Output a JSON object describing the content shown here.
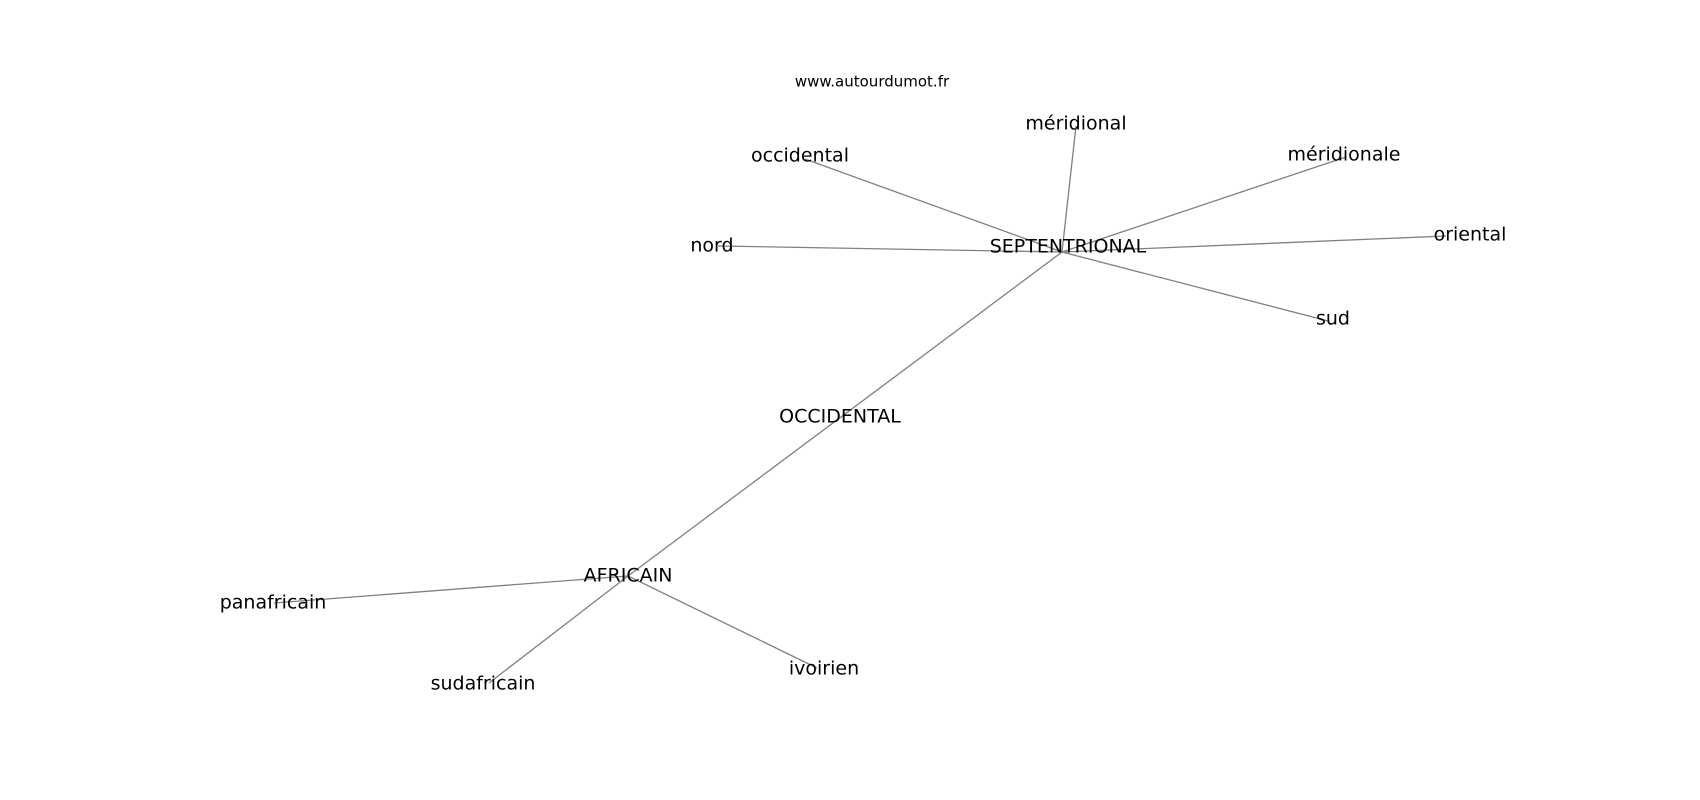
{
  "watermark": "www.autourdumot.fr",
  "colors": {
    "edge": "#808080",
    "text": "#000000",
    "background": "#ffffff"
  },
  "graph": {
    "nodes": [
      {
        "id": "septentrional",
        "label": "SEPTENTRIONAL"
      },
      {
        "id": "occidental_hub",
        "label": "OCCIDENTAL"
      },
      {
        "id": "africain",
        "label": "AFRICAIN"
      },
      {
        "id": "meridional",
        "label": "méridional"
      },
      {
        "id": "occidental",
        "label": "occidental"
      },
      {
        "id": "meridionale",
        "label": "méridionale"
      },
      {
        "id": "nord",
        "label": "nord"
      },
      {
        "id": "oriental",
        "label": "oriental"
      },
      {
        "id": "sud",
        "label": "sud"
      },
      {
        "id": "panafricain",
        "label": "panafricain"
      },
      {
        "id": "sudafricain",
        "label": "sudafricain"
      },
      {
        "id": "ivoirien",
        "label": "ivoirien"
      }
    ],
    "edges": [
      {
        "from": "septentrional",
        "to": "meridional"
      },
      {
        "from": "septentrional",
        "to": "occidental"
      },
      {
        "from": "septentrional",
        "to": "meridionale"
      },
      {
        "from": "septentrional",
        "to": "nord"
      },
      {
        "from": "septentrional",
        "to": "oriental"
      },
      {
        "from": "septentrional",
        "to": "sud"
      },
      {
        "from": "septentrional",
        "to": "africain"
      },
      {
        "from": "africain",
        "to": "panafricain"
      },
      {
        "from": "africain",
        "to": "sudafricain"
      },
      {
        "from": "africain",
        "to": "ivoirien"
      }
    ]
  }
}
